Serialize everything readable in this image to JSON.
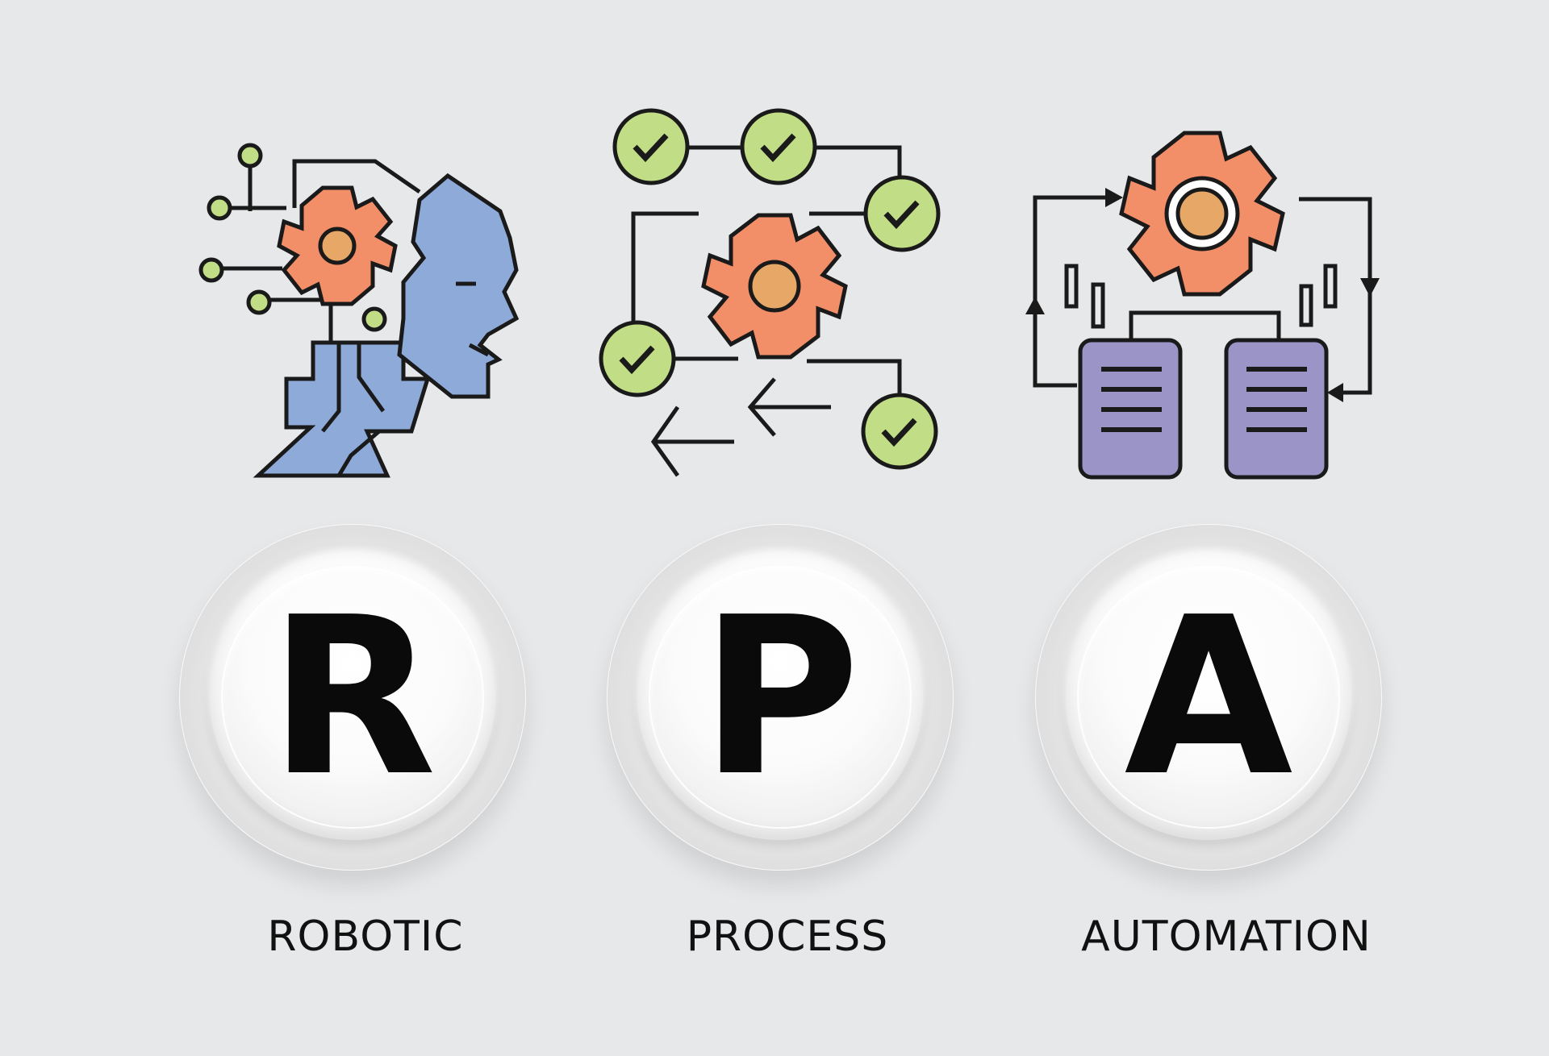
{
  "items": [
    {
      "letter": "R",
      "caption": "ROBOTIC",
      "icon": "ai-head-gear-icon"
    },
    {
      "letter": "P",
      "caption": "PROCESS",
      "icon": "process-flow-checks-icon"
    },
    {
      "letter": "A",
      "caption": "AUTOMATION",
      "icon": "gear-servers-cycle-icon"
    }
  ],
  "colors": {
    "background": "#e7e8ea",
    "gear_orange": "#f28f68",
    "gear_center": "#e6a767",
    "head_blue": "#8eaad9",
    "check_green": "#c1de86",
    "server_purple": "#9b94c7",
    "outline": "#1a1a1a"
  }
}
